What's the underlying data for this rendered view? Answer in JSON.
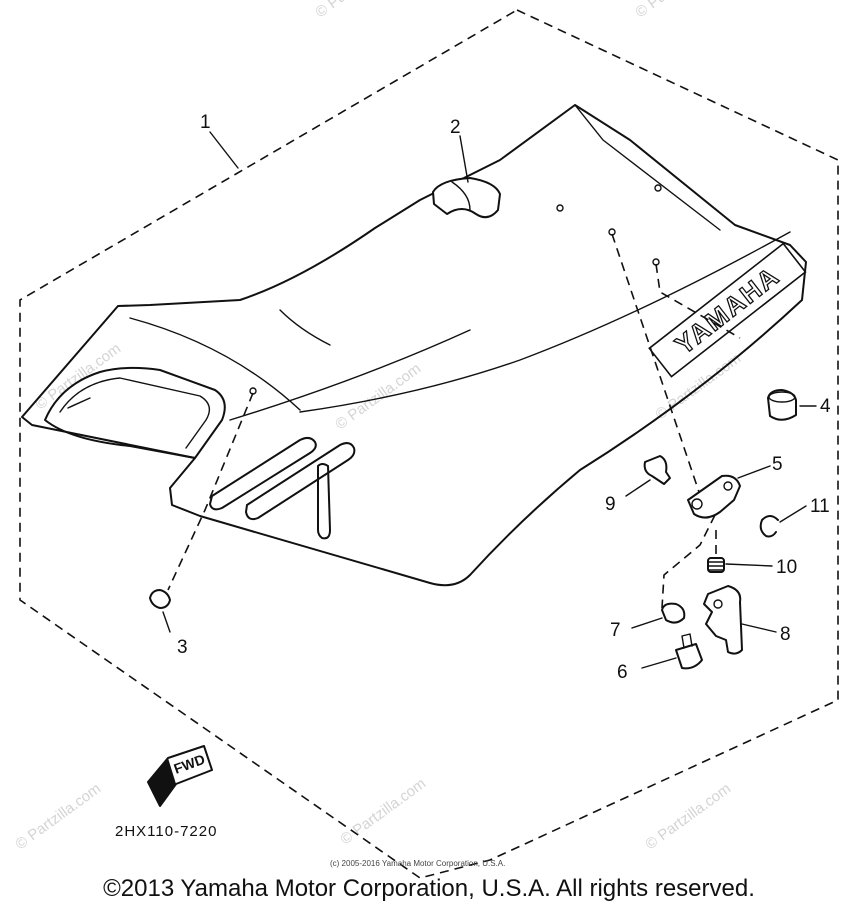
{
  "diagram": {
    "logo_text": "YAMAHA",
    "direction_marker": "FWD",
    "drawing_code": "2HX110-7220",
    "small_copyright": "(c) 2005-2016 Yamaha Motor Corporation, U.S.A.",
    "footer_copyright": "©2013 Yamaha Motor Corporation, U.S.A. All rights reserved.",
    "watermark": "© Partzilla.com",
    "callouts": [
      {
        "id": "1",
        "label": "1"
      },
      {
        "id": "2",
        "label": "2"
      },
      {
        "id": "3",
        "label": "3"
      },
      {
        "id": "4",
        "label": "4"
      },
      {
        "id": "5",
        "label": "5"
      },
      {
        "id": "6",
        "label": "6"
      },
      {
        "id": "7",
        "label": "7"
      },
      {
        "id": "8",
        "label": "8"
      },
      {
        "id": "9",
        "label": "9"
      },
      {
        "id": "10",
        "label": "10"
      },
      {
        "id": "11",
        "label": "11"
      }
    ]
  }
}
